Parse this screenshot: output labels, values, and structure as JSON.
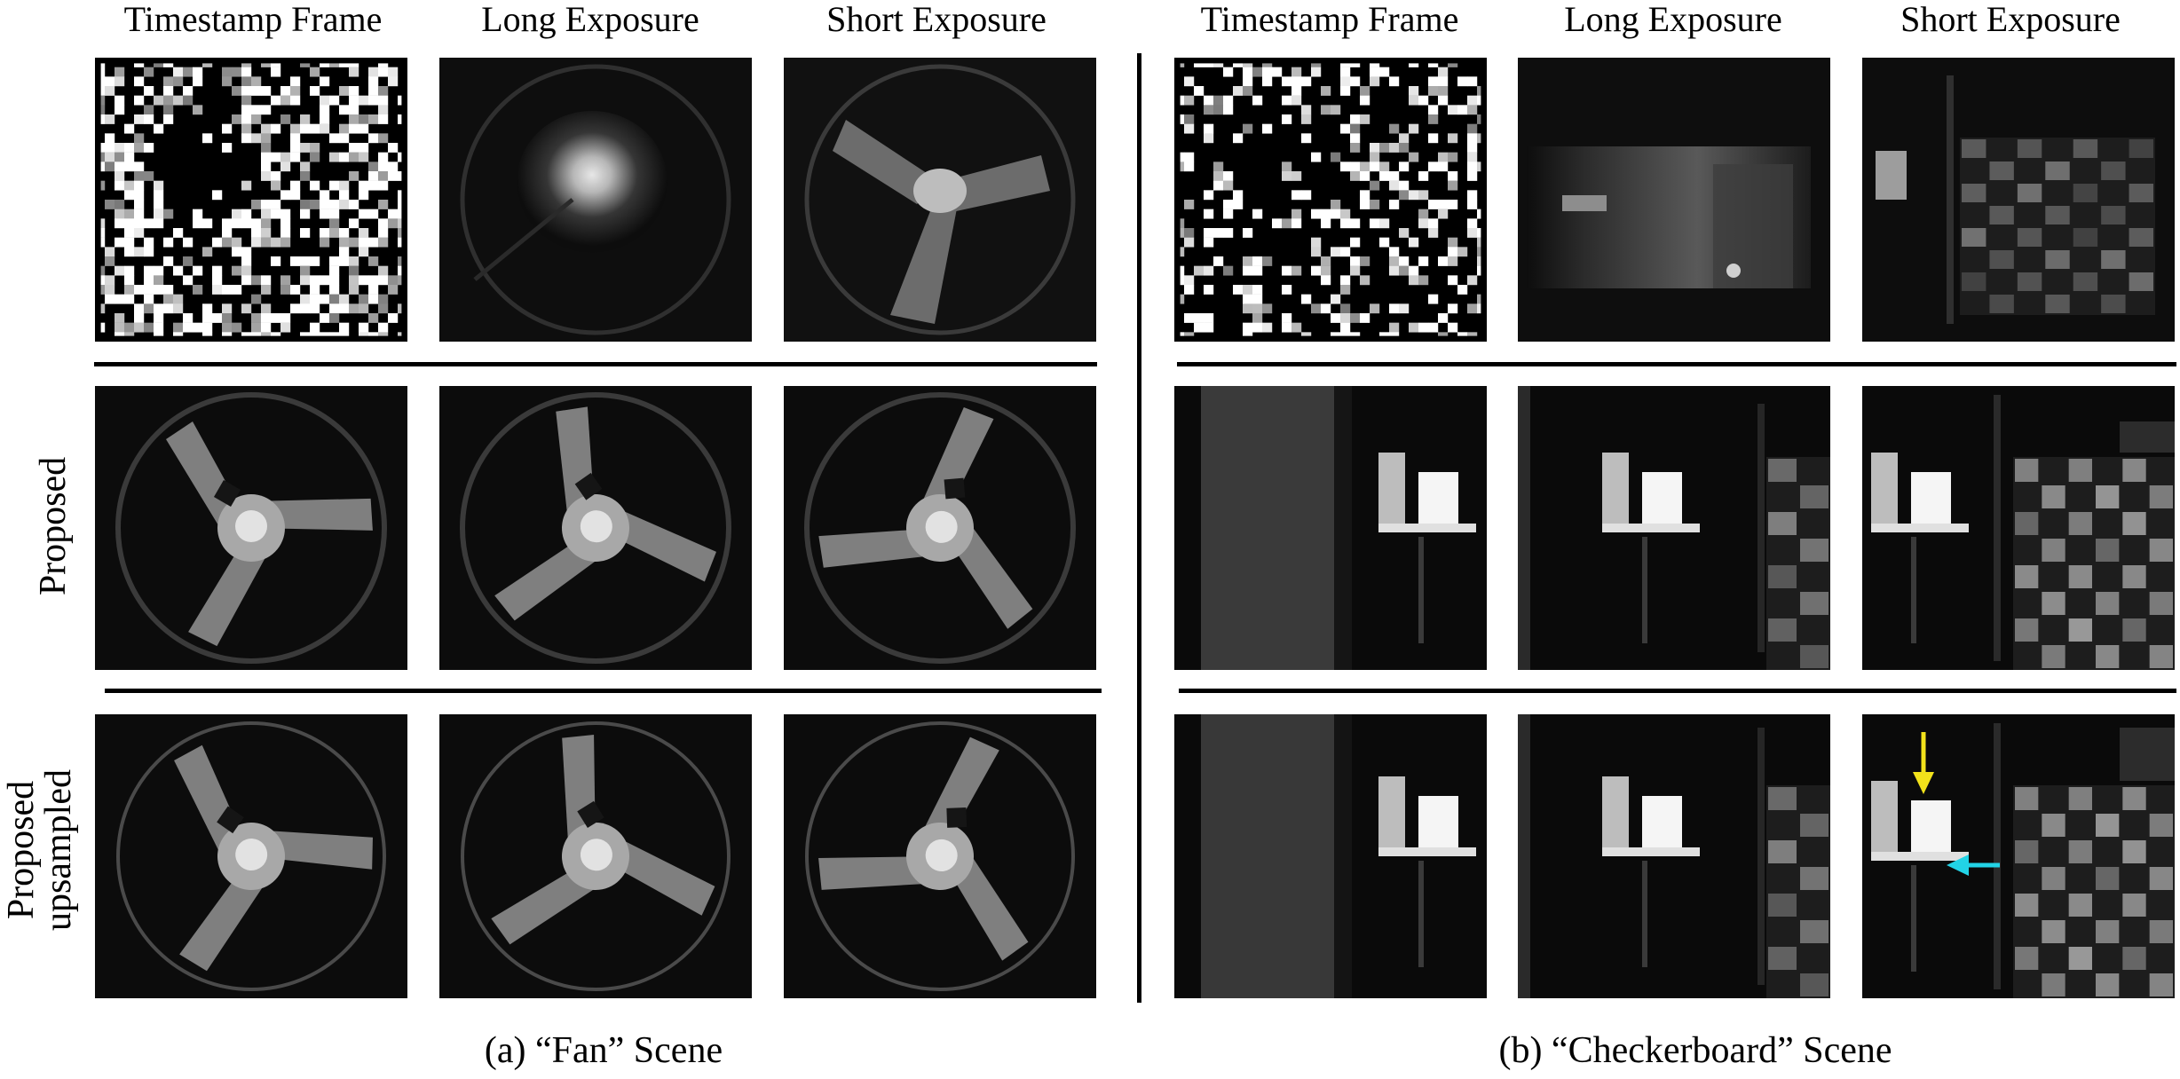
{
  "columns": {
    "fan": [
      "Timestamp Frame",
      "Long Exposure",
      "Short Exposure"
    ],
    "checkerboard": [
      "Timestamp Frame",
      "Long Exposure",
      "Short Exposure"
    ]
  },
  "rows": {
    "proposed": "Proposed",
    "upsampled_line1": "Proposed",
    "upsampled_line2": "upsampled"
  },
  "captions": {
    "a": "(a) “Fan” Scene",
    "b": "(b) “Checkerboard” Scene"
  },
  "annotation_colors": {
    "down_arrow": "#f2e21b",
    "left_arrow": "#22d3e6"
  }
}
